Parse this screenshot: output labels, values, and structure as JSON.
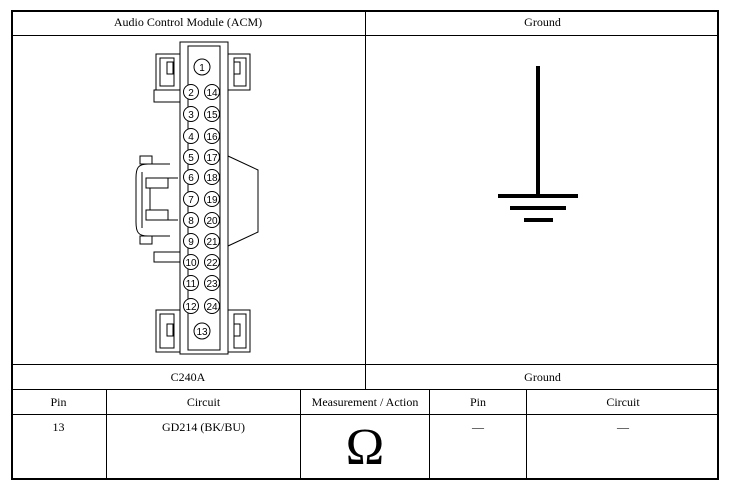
{
  "header": {
    "left_title": "Audio Control Module (ACM)",
    "right_title": "Ground"
  },
  "connector": {
    "label": "C240A",
    "pins_left": [
      "1",
      "2",
      "3",
      "4",
      "5",
      "6",
      "7",
      "8",
      "9",
      "10",
      "11",
      "12",
      "13"
    ],
    "pins_right": [
      "14",
      "15",
      "16",
      "17",
      "18",
      "19",
      "20",
      "21",
      "22",
      "23",
      "24"
    ]
  },
  "ground": {
    "label": "Ground",
    "symbol": "ground-symbol"
  },
  "table": {
    "headers": [
      "Pin",
      "Circuit",
      "Measurement / Action",
      "Pin",
      "Circuit"
    ],
    "row": {
      "pin": "13",
      "circuit": "GD214 (BK/BU)",
      "measurement": "Ω",
      "pin2": "—",
      "circuit2": "—"
    }
  }
}
